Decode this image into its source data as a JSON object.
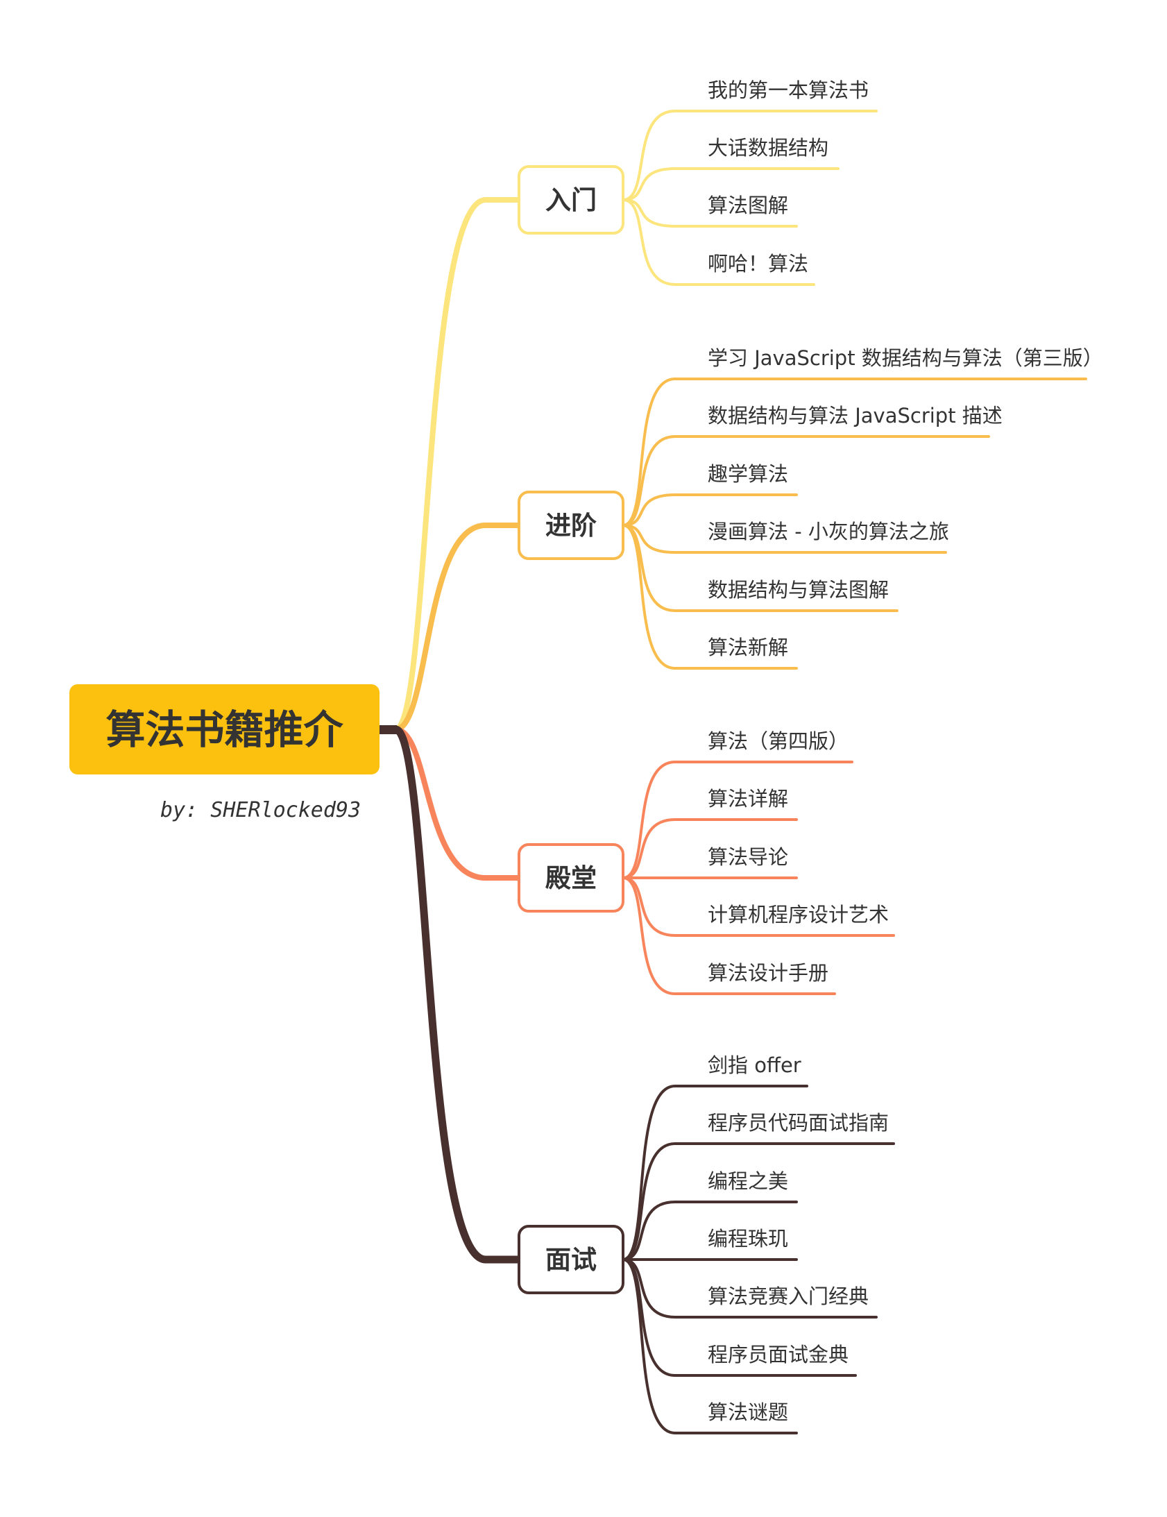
{
  "root": {
    "title": "算法书籍推介",
    "author": "by: SHERlocked93",
    "color": "#FCC10F"
  },
  "branches": [
    {
      "id": "intro",
      "label": "入门",
      "color": "#FCE57C",
      "books": [
        "我的第一本算法书",
        "大话数据结构",
        "算法图解",
        "啊哈！算法"
      ]
    },
    {
      "id": "advanced",
      "label": "进阶",
      "color": "#F9BD4E",
      "books": [
        "学习 JavaScript 数据结构与算法（第三版）",
        "数据结构与算法 JavaScript 描述",
        "趣学算法",
        "漫画算法 - 小灰的算法之旅",
        "数据结构与算法图解",
        "算法新解"
      ]
    },
    {
      "id": "classic",
      "label": "殿堂",
      "color": "#F8845B",
      "books": [
        "算法（第四版）",
        "算法详解",
        "算法导论",
        "计算机程序设计艺术",
        "算法设计手册"
      ]
    },
    {
      "id": "interview",
      "label": "面试",
      "color": "#47302D",
      "books": [
        "剑指 offer",
        "程序员代码面试指南",
        "编程之美",
        "编程珠玑",
        "算法竞赛入门经典",
        "程序员面试金典",
        "算法谜题"
      ]
    }
  ]
}
